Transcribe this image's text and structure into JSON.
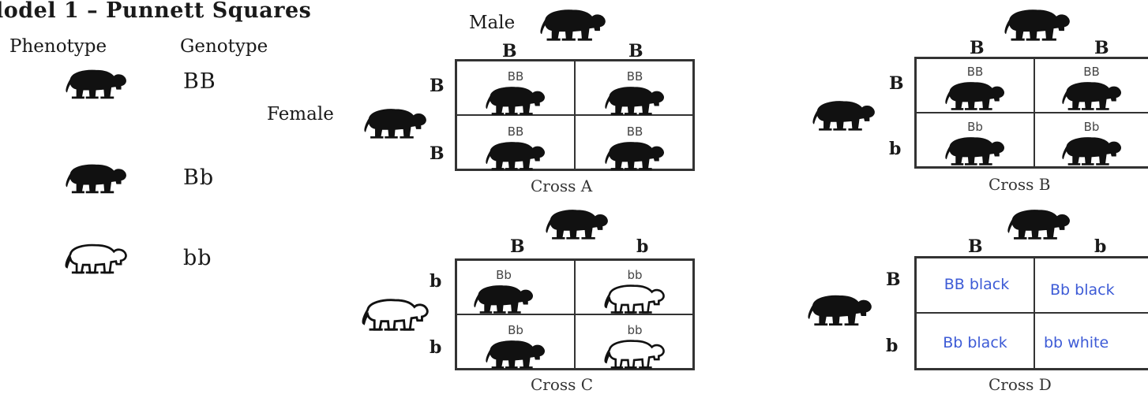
{
  "title": "lodel 1 – Punnett Squares",
  "legend": {
    "phenotype_header": "Phenotype",
    "genotype_header": "Genotype",
    "rows": [
      {
        "genotype": "BB",
        "color": "black"
      },
      {
        "genotype": "Bb",
        "color": "black"
      },
      {
        "genotype": "bb",
        "color": "white"
      }
    ]
  },
  "male_label": "Male",
  "female_label": "Female",
  "crosses": [
    {
      "caption": "Cross A",
      "male_alleles": [
        "B",
        "B"
      ],
      "female_alleles": [
        "B",
        "B"
      ],
      "male_color": "black",
      "female_color": "black",
      "cells": [
        {
          "text": "BB",
          "color": "black"
        },
        {
          "text": "BB",
          "color": "black"
        },
        {
          "text": "BB",
          "color": "black"
        },
        {
          "text": "BB",
          "color": "black"
        }
      ]
    },
    {
      "caption": "Cross B",
      "male_alleles": [
        "B",
        "B"
      ],
      "female_alleles": [
        "B",
        "b"
      ],
      "male_color": "black",
      "female_color": "black",
      "cells": [
        {
          "text": "BB",
          "color": "black"
        },
        {
          "text": "BB",
          "color": "black"
        },
        {
          "text": "Bb",
          "color": "black"
        },
        {
          "text": "Bb",
          "color": "black"
        }
      ]
    },
    {
      "caption": "Cross C",
      "male_alleles": [
        "B",
        "b"
      ],
      "female_alleles": [
        "b",
        "b"
      ],
      "male_color": "black",
      "female_color": "white",
      "cells": [
        {
          "text": "Bb",
          "color": "black"
        },
        {
          "text": "bb",
          "color": "white"
        },
        {
          "text": "Bb",
          "color": "black"
        },
        {
          "text": "bb",
          "color": "white"
        }
      ]
    },
    {
      "caption": "Cross D",
      "male_alleles": [
        "B",
        "b"
      ],
      "female_alleles": [
        "B",
        "b"
      ],
      "male_color": "black",
      "female_color": "black",
      "cells": [
        {
          "text": "BB black"
        },
        {
          "text": "Bb black"
        },
        {
          "text": "Bb black"
        },
        {
          "text": "bb white"
        }
      ]
    }
  ],
  "colors": {
    "ink": "#111111",
    "answer_text": "#3d5bd6",
    "grid": "#333333"
  }
}
